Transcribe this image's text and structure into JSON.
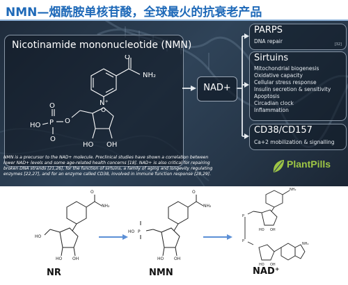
{
  "header": {
    "title": "NMN—烟酰胺单核苷酸，全球最火的抗衰老产品"
  },
  "nmn_panel": {
    "heading": "Nicotinamide mononucleotide (NMN)",
    "atoms": {
      "nh2": "NH₂",
      "n_plus": "N⁺",
      "o": "O",
      "p": "P",
      "ho": "HO",
      "oh": "OH",
      "ho_bottom": "HO",
      "oh_bottom": "OH"
    }
  },
  "nad_center": {
    "label": "NAD+"
  },
  "targets": {
    "parps": {
      "title": "PARPS",
      "items": [
        "DNA repair"
      ],
      "ref": "[32]"
    },
    "sirtuins": {
      "title": "Sirtuins",
      "items": [
        "Mitochondrial biogenesis",
        "Oxidative capacity",
        "Cellular stress response",
        "Insulin secretion & sensitivity",
        "Apoptosis",
        "Circadian clock",
        "Inflammation"
      ]
    },
    "cd38": {
      "title": "CD38/CD157",
      "items": [
        "Ca+2 mobilization & signalling"
      ]
    }
  },
  "caption": {
    "lines": [
      "NMN is a precursor to the NAD+ molecule. Preclinical studies have shown a correlation between",
      "lower NAD+ levels and some age-related health concerns [18]. NAD+ is also critical for repairing",
      "broken DNA strands [21,26], for the function of sirtuins, a family of aging and longevity regulating",
      "enzymes [22,27], and for an enzyme called CD38, involved in immune function response [28,29]."
    ]
  },
  "brand": {
    "name": "PlantPills"
  },
  "pathway": {
    "labels": [
      "NR",
      "NMN",
      "NAD⁺"
    ]
  },
  "colors": {
    "title_blue": "#1e69b8",
    "brand_green": "#9ec645",
    "arrow_blue": "#5b8fd6"
  }
}
